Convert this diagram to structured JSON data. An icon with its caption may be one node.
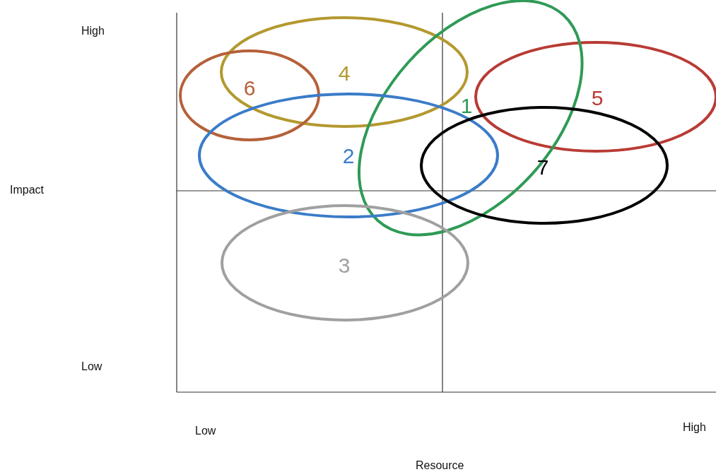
{
  "diagram": {
    "nodes": [
      {
        "text": [
          "4"
        ]
      },
      {
        "text": [
          "6"
        ]
      },
      {
        "text": [
          "5"
        ]
      },
      {
        "text": [
          "1"
        ]
      },
      {
        "text": [
          "2"
        ]
      },
      {
        "text": [
          "7"
        ]
      },
      {
        "text": [
          "3"
        ]
      }
    ],
    "labels": [
      "High",
      "Impact",
      "Low",
      "Low",
      "High",
      "Resource"
    ]
  }
}
